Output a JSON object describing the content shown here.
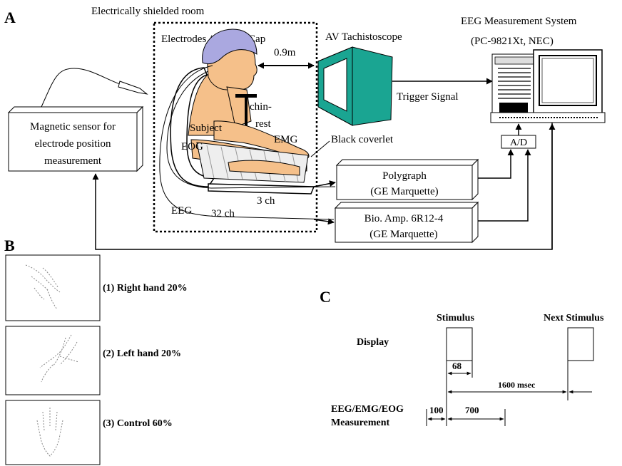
{
  "panel_a": {
    "label": "A",
    "room_title": "Electrically shielded room",
    "electrodes": "Electrodes / Electro Cap",
    "distance": "0.9m",
    "tachistoscope": "AV Tachistoscope",
    "eeg_system_line1": "EEG Measurement System",
    "eeg_system_line2": "(PC-9821Xt, NEC)",
    "trigger": "Trigger Signal",
    "chin_line1": "chin-",
    "chin_line2": "rest",
    "subject": "Subject",
    "eog": "EOG",
    "emg": "EMG",
    "coverlet": "Black coverlet",
    "magnetic_line1": "Magnetic sensor for",
    "magnetic_line2": "electrode position",
    "magnetic_line3": "measurement",
    "ad": "A/D",
    "polygraph_line1": "Polygraph",
    "polygraph_line2": "(GE Marquette)",
    "ch3": "3 ch",
    "eeg": "EEG",
    "ch32": "32 ch",
    "bioamp_line1": "Bio. Amp. 6R12-4",
    "bioamp_line2": "(GE Marquette)"
  },
  "panel_b": {
    "label": "B",
    "items": [
      {
        "label": "(1) Right hand 20%"
      },
      {
        "label": "(2) Left hand 20%"
      },
      {
        "label": "(3) Control 60%"
      }
    ]
  },
  "panel_c": {
    "label": "C",
    "stimulus": "Stimulus",
    "next_stimulus": "Next Stimulus",
    "display": "Display",
    "duration_68": "68",
    "duration_1600": "1600 msec",
    "measurement_line1": "EEG/EMG/EOG",
    "measurement_line2": "Measurement",
    "pre_100": "100",
    "post_700": "700"
  }
}
